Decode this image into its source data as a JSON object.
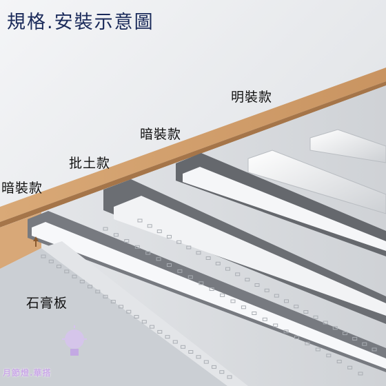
{
  "title": "規格.安裝示意圖",
  "labels": {
    "surface": "明裝款",
    "recessed_mid": "暗裝款",
    "plaster": "批土款",
    "recessed_left": "暗裝款",
    "gypsum": "石膏板"
  },
  "brand": "月節燈.華搭",
  "colors": {
    "wood": "#d6aa78",
    "board": "#dcdfe3",
    "channel": "#6b6e73",
    "profile": "#f2f3f5"
  }
}
